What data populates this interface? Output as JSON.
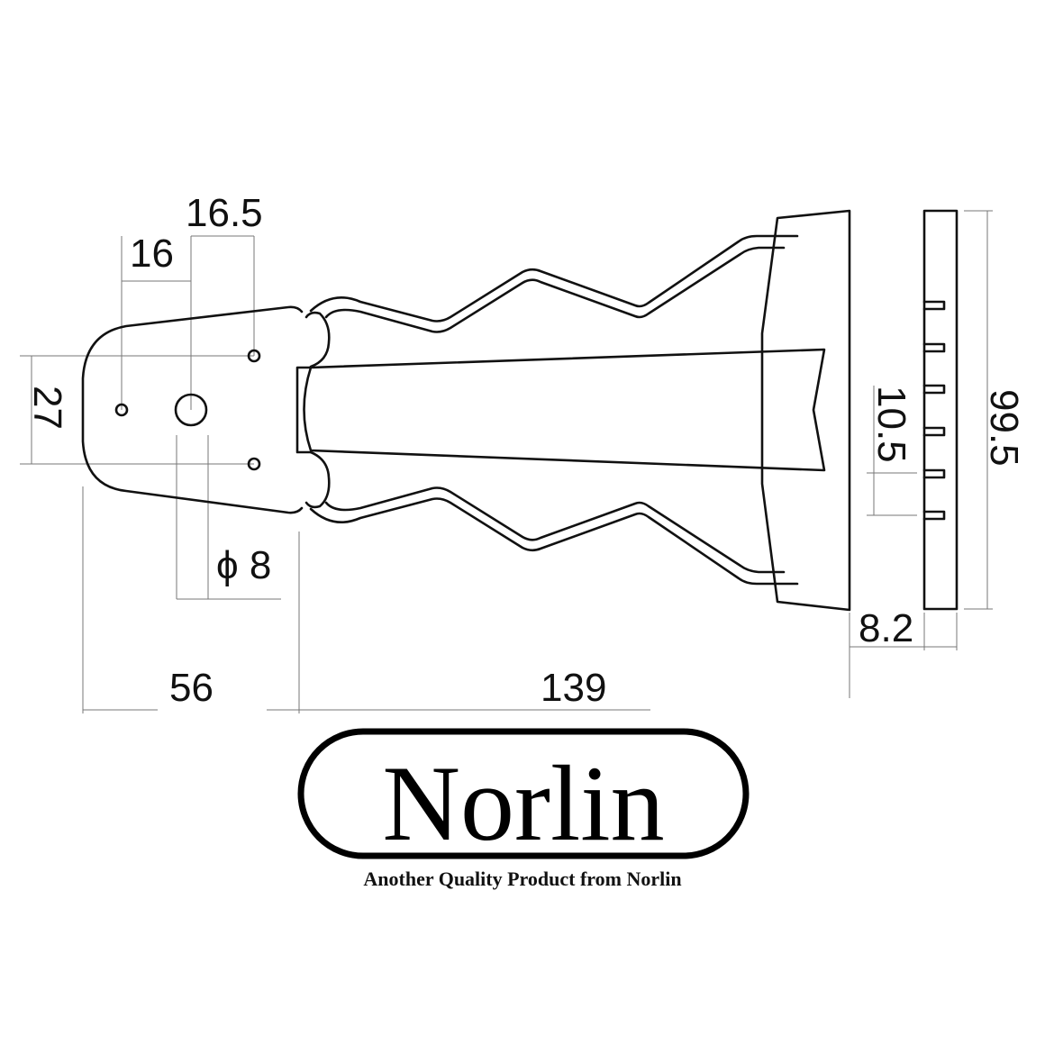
{
  "dimensions": {
    "hole_spacing_a": "16",
    "hole_spacing_b": "16.5",
    "hole_vertical": "27",
    "hole_diameter": "ϕ 8",
    "plate_length": "56",
    "body_length": "139",
    "slot_spacing": "10.5",
    "total_width": "99.5",
    "thickness": "8.2"
  },
  "logo": {
    "brand": "Norlin",
    "tagline": "Another Quality Product from Norlin"
  }
}
